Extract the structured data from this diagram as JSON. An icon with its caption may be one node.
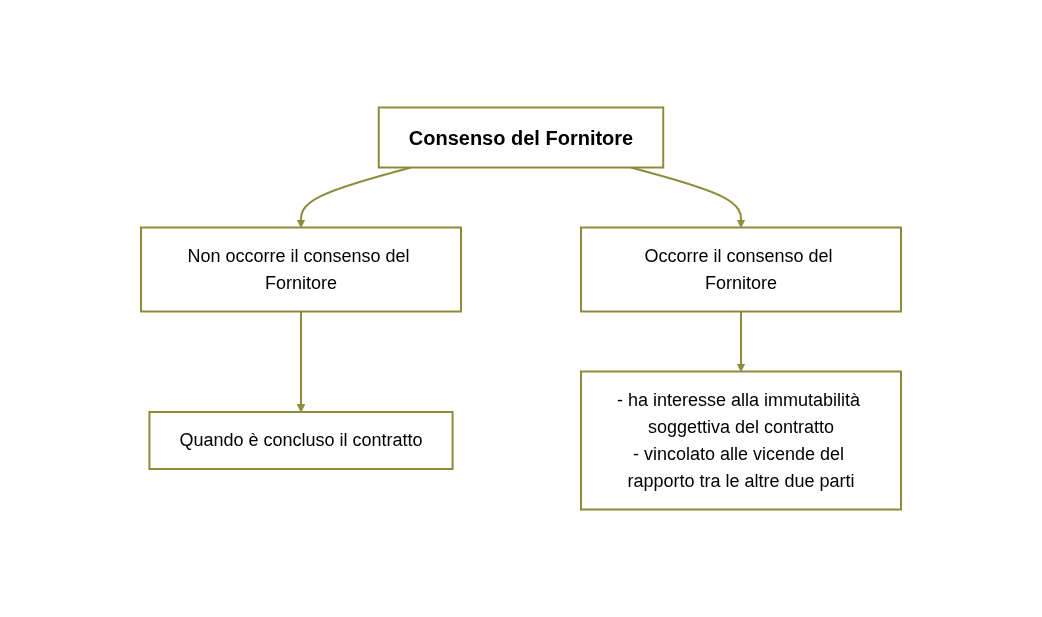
{
  "diagram": {
    "nodes": [
      {
        "text": [
          "Consenso del Fornitore"
        ]
      },
      {
        "text": [
          "Non occorre il consenso del Fornitore"
        ]
      },
      {
        "text": [
          "Occorre il consenso del Fornitore"
        ]
      },
      {
        "text": [
          "Quando è concluso il contratto"
        ]
      },
      {
        "text": [
          "- ha interesse alla immutabilità soggettiva del contratto",
          "- vincolato alle vicende del rapporto tra le altre due parti"
        ]
      }
    ],
    "edges": [
      {
        "from": 0,
        "to": 1,
        "arrow": "to"
      },
      {
        "from": 0,
        "to": 2,
        "arrow": "to"
      },
      {
        "from": 1,
        "to": 3,
        "arrow": "to"
      },
      {
        "from": 2,
        "to": 4,
        "arrow": "to"
      }
    ]
  }
}
